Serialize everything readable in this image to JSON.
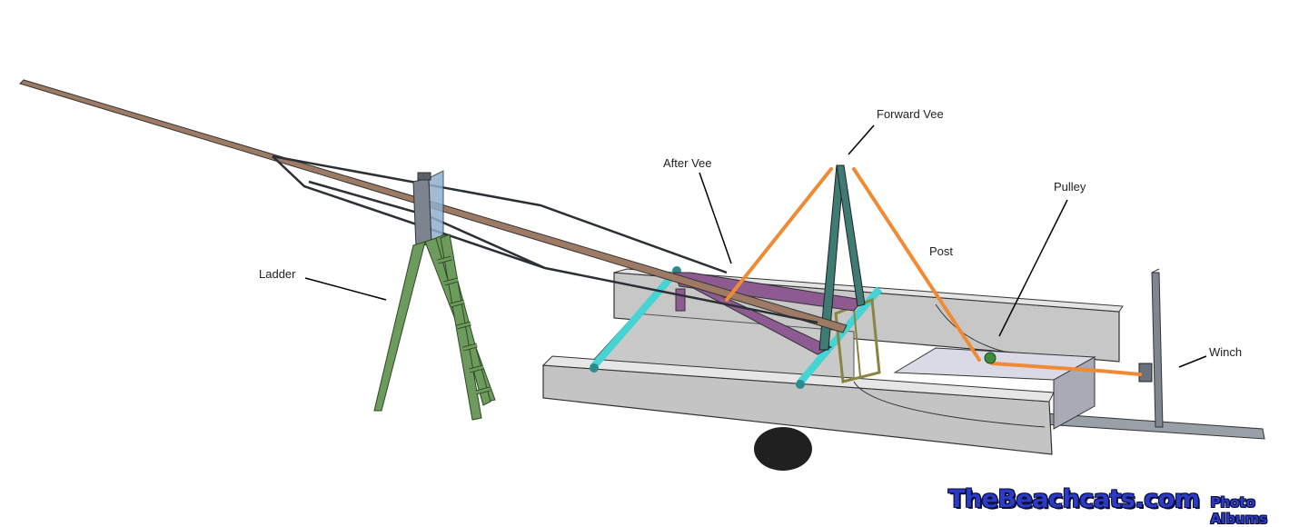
{
  "labels": {
    "forward_vee": "Forward Vee",
    "after_vee": "After Vee",
    "pulley": "Pulley",
    "post": "Post",
    "ladder": "Ladder",
    "winch": "Winch"
  },
  "watermark": {
    "site": "TheBeachcats.com",
    "sub": "Photo Albums"
  },
  "colors": {
    "mast": "#9c7a63",
    "ladder": "#6d9a5d",
    "crossbar": "#46d3d3",
    "line": "#ef8a35",
    "hull": "#c7c7c7",
    "after_vee": "#8e5a92",
    "forward_vee": "#3e7b73",
    "watermark": "#2b3cc4"
  }
}
